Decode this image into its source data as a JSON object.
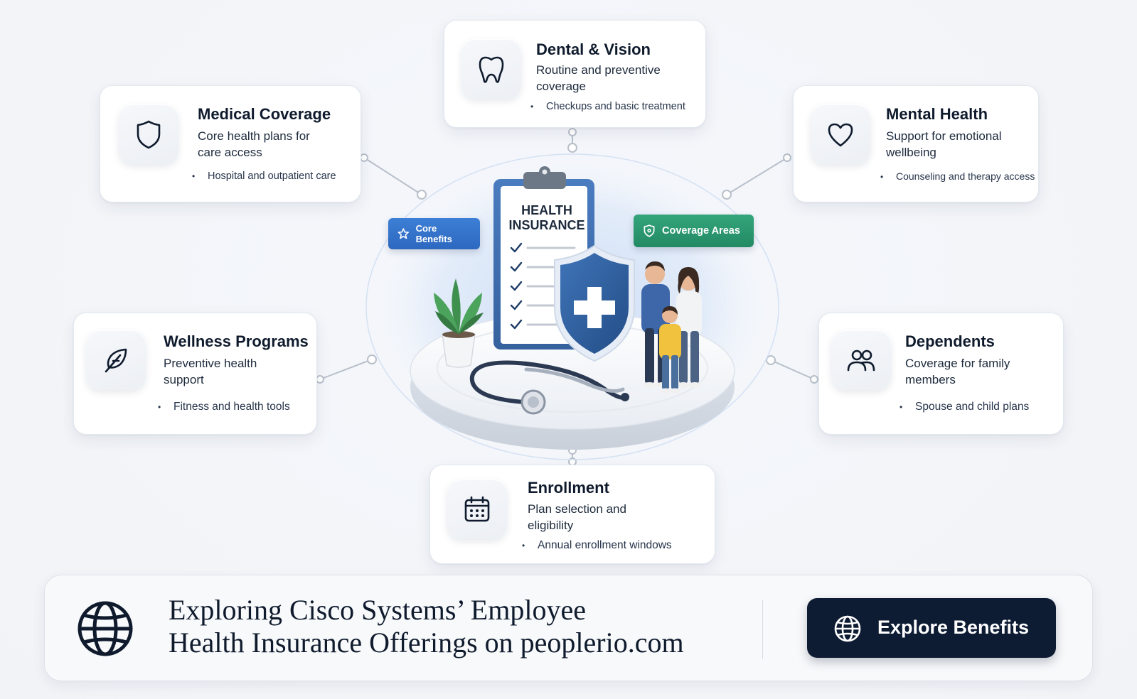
{
  "cards": [
    {
      "id": "dental",
      "title": "Dental & Vision",
      "subtitle": "Routine and preventive coverage",
      "bullet": "Checkups and basic treatment",
      "icon": "tooth-icon"
    },
    {
      "id": "medical",
      "title": "Medical Coverage",
      "subtitle": "Core health plans for care access",
      "bullet": "Hospital and outpatient care",
      "icon": "shield-icon"
    },
    {
      "id": "mental",
      "title": "Mental Health",
      "subtitle": "Support for emotional wellbeing",
      "bullet": "Counseling and therapy access",
      "icon": "heart-icon"
    },
    {
      "id": "wellness",
      "title": "Wellness Programs",
      "subtitle": "Preventive health support",
      "bullet": "Fitness and health tools",
      "icon": "feather-icon"
    },
    {
      "id": "dependents",
      "title": "Dependents",
      "subtitle": "Coverage for family members",
      "bullet": "Spouse and child plans",
      "icon": "users-icon"
    },
    {
      "id": "enrollment",
      "title": "Enrollment",
      "subtitle": "Plan selection and eligibility",
      "bullet": "Annual enrollment windows",
      "icon": "calendar-icon"
    }
  ],
  "hub": {
    "clipboard_line1": "HEALTH",
    "clipboard_line2": "INSURANCE",
    "tag_core": "Core Benefits",
    "tag_coverage": "Coverage Areas"
  },
  "footer": {
    "title_line1": "Exploring Cisco Systems’ Employee",
    "title_line2": "Health Insurance Offerings on peoplerio.com",
    "cta_label": "Explore Benefits",
    "globe_icon": "globe-icon"
  },
  "colors": {
    "tag_blue": "#2d68bf",
    "tag_green": "#238a63",
    "shield_blue": "#2f5e9e",
    "cta_dark": "#0d1b33"
  }
}
